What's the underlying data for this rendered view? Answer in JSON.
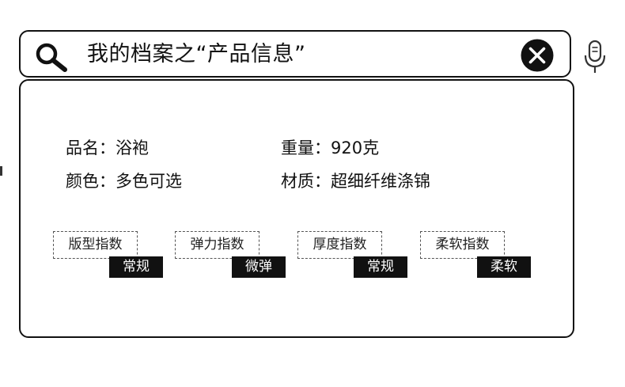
{
  "search": {
    "query": "我的档案之“产品信息”"
  },
  "product": {
    "name_label": "品名：",
    "name_value": "浴袍",
    "weight_label": "重量：",
    "weight_value": "920克",
    "color_label": "颜色：",
    "color_value": "多色可选",
    "material_label": "材质：",
    "material_value": "超细纤维涤锦"
  },
  "indices": [
    {
      "label": "版型指数",
      "value": "常规"
    },
    {
      "label": "弹力指数",
      "value": "微弹"
    },
    {
      "label": "厚度指数",
      "value": "常规"
    },
    {
      "label": "柔软指数",
      "value": "柔软"
    }
  ],
  "icons": {
    "search": "search-icon",
    "clear": "close-circle-icon",
    "mic": "microphone-icon"
  },
  "colors": {
    "ink": "#111111",
    "background": "#ffffff"
  }
}
